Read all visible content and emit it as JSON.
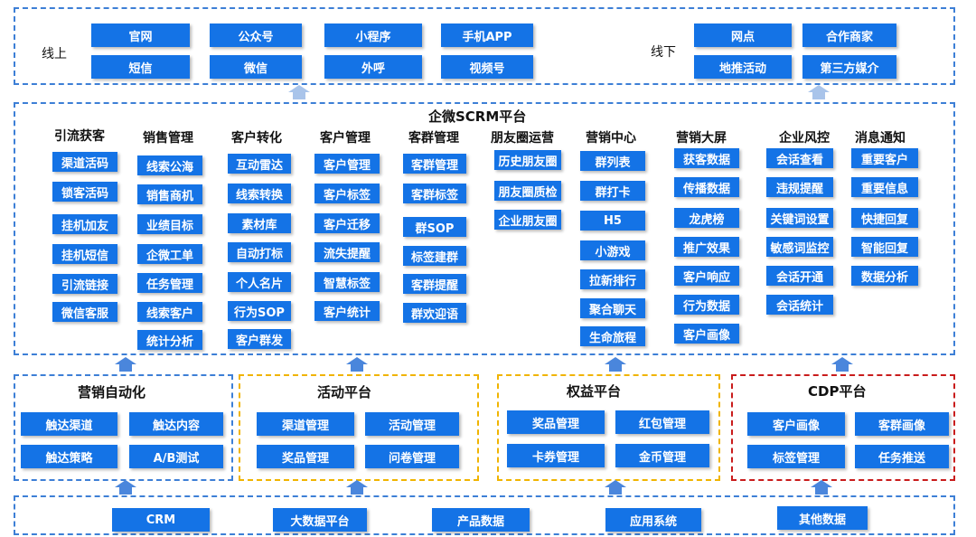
{
  "online": {
    "label": "线上",
    "items": [
      "官网",
      "公众号",
      "小程序",
      "手机APP",
      "短信",
      "微信",
      "外呼",
      "视频号"
    ]
  },
  "offline": {
    "label": "线下",
    "items": [
      "网点",
      "合作商家",
      "地推活动",
      "第三方媒介"
    ]
  },
  "scrm": {
    "title": "企微SCRM平台",
    "modules": [
      {
        "name": "引流获客",
        "items": [
          "渠道活码",
          "锁客活码",
          "挂机加友",
          "挂机短信",
          "引流链接",
          "微信客服"
        ]
      },
      {
        "name": "销售管理",
        "items": [
          "线索公海",
          "销售商机",
          "业绩目标",
          "企微工单",
          "任务管理",
          "线索客户",
          "统计分析"
        ]
      },
      {
        "name": "客户转化",
        "items": [
          "互动雷达",
          "线索转换",
          "素材库",
          "自动打标",
          "个人名片",
          "行为SOP",
          "客户群发"
        ]
      },
      {
        "name": "客户管理",
        "items": [
          "客户管理",
          "客户标签",
          "客户迁移",
          "流失提醒",
          "智慧标签",
          "客户统计"
        ]
      },
      {
        "name": "客群管理",
        "items": [
          "客群管理",
          "客群标签",
          "群SOP",
          "标签建群",
          "客群提醒",
          "群欢迎语"
        ]
      },
      {
        "name": "朋友圈运营",
        "items": [
          "历史朋友圈",
          "朋友圈质检",
          "企业朋友圈"
        ]
      },
      {
        "name": "营销中心",
        "items": [
          "群列表",
          "群打卡",
          "H5",
          "小游戏",
          "拉新排行",
          "聚合聊天",
          "生命旅程"
        ]
      },
      {
        "name": "营销大屏",
        "items": [
          "获客数据",
          "传播数据",
          "龙虎榜",
          "推广效果",
          "客户响应",
          "行为数据",
          "客户画像"
        ]
      },
      {
        "name": "企业风控",
        "items": [
          "会话查看",
          "违规提醒",
          "关键词设置",
          "敏感词监控",
          "会话开通",
          "会话统计"
        ]
      },
      {
        "name": "消息通知",
        "items": [
          "重要客户",
          "重要信息",
          "快捷回复",
          "智能回复",
          "数据分析"
        ]
      }
    ]
  },
  "platforms": [
    {
      "title": "营销自动化",
      "items": [
        "触达渠道",
        "触达内容",
        "触达策略",
        "A/B测试"
      ],
      "border": "#3d7fd6"
    },
    {
      "title": "活动平台",
      "items": [
        "渠道管理",
        "活动管理",
        "奖品管理",
        "问卷管理"
      ],
      "border": "#f0b400"
    },
    {
      "title": "权益平台",
      "items": [
        "奖品管理",
        "红包管理",
        "卡券管理",
        "金币管理"
      ],
      "border": "#f0b400"
    },
    {
      "title": "CDP平台",
      "items": [
        "客户画像",
        "客群画像",
        "标签管理",
        "任务推送"
      ],
      "border": "#c91c1c"
    }
  ],
  "data_sources": {
    "items": [
      "CRM",
      "大数据平台",
      "产品数据",
      "应用系统",
      "其他数据"
    ]
  },
  "colors": {
    "button": "#1473e6",
    "dashed_blue": "#3d7fd6",
    "dashed_yellow": "#f0b400",
    "dashed_red": "#c91c1c",
    "arrow": "#4a86dc"
  }
}
